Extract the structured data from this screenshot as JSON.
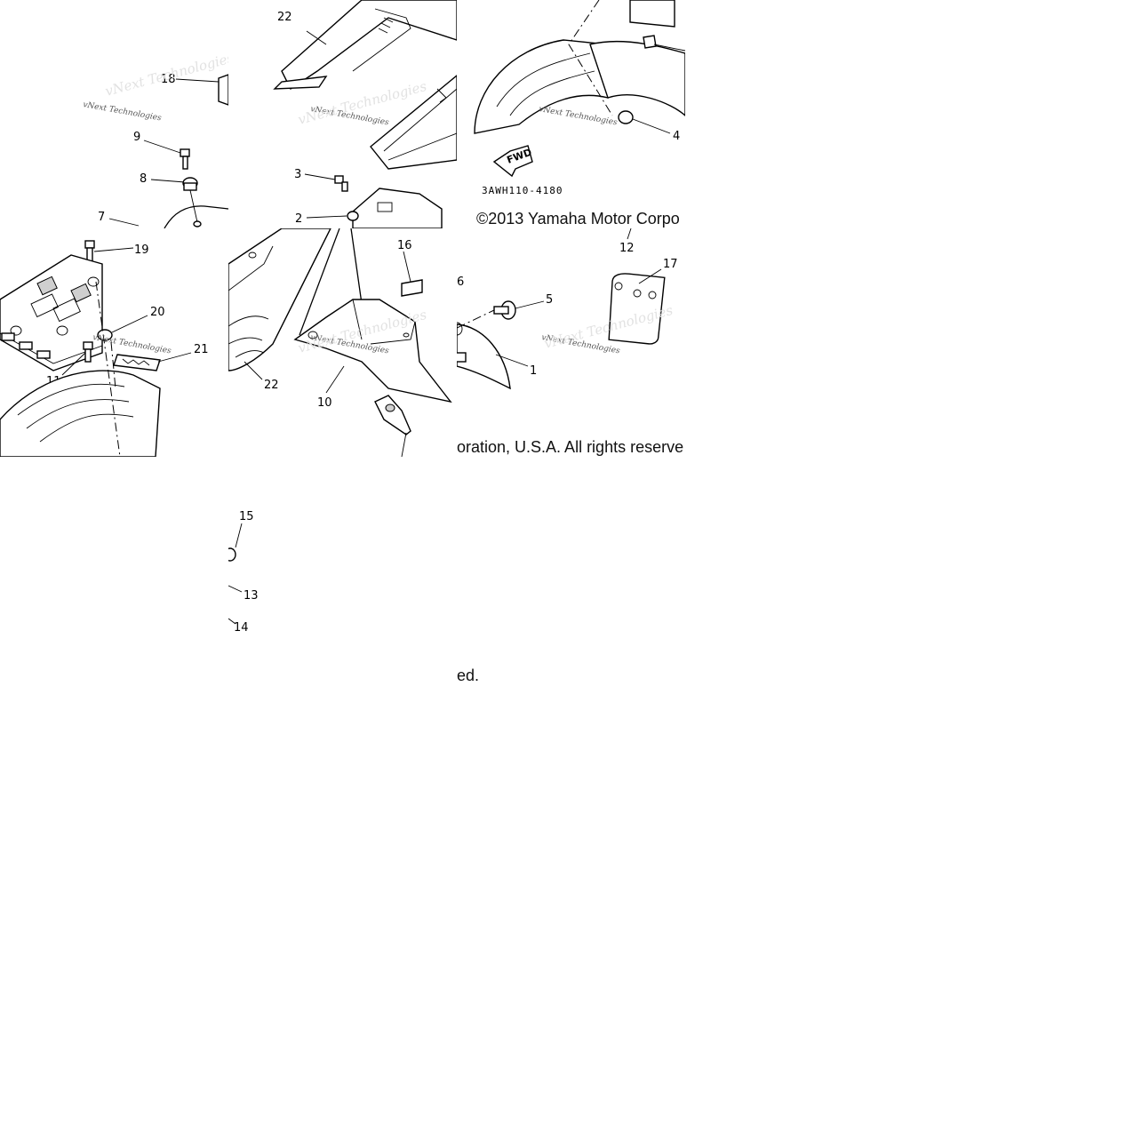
{
  "diagram": {
    "callouts": [
      "1",
      "2",
      "3",
      "4",
      "5",
      "6",
      "7",
      "8",
      "9",
      "10",
      "11",
      "12",
      "13",
      "14",
      "15",
      "16",
      "17",
      "18",
      "19",
      "20",
      "21",
      "22",
      "22"
    ],
    "part_code": "3AWH110-4180",
    "fwd_label": "FWD",
    "watermark": "vNext Technologies",
    "copyright_parts": [
      "©2013 Yamaha Motor Corpo",
      "oration, U.S.A. All rights reserve",
      "ed."
    ]
  }
}
